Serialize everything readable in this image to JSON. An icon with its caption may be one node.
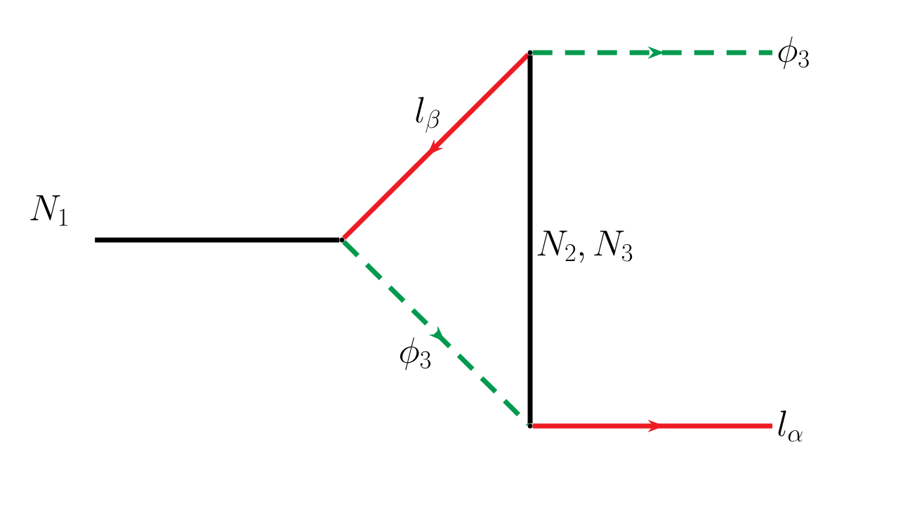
{
  "diagram": {
    "nodes": [
      {
        "text": [
          "N_1"
        ]
      },
      {
        "text": [],
        "shape": "point"
      },
      {
        "text": [],
        "shape": "point"
      },
      {
        "text": [],
        "shape": "point"
      },
      {
        "text": [
          "\\phi_3"
        ]
      },
      {
        "text": [
          "l_\\alpha"
        ]
      }
    ],
    "edges": [
      {
        "from": 0,
        "to": 1,
        "arrow": "none",
        "color": "#000000"
      },
      {
        "from": 2,
        "to": 1,
        "arrow": "to",
        "color": "#ed1c24",
        "label": "l_\\beta"
      },
      {
        "from": 1,
        "to": 3,
        "arrow": "to",
        "style": "dashed",
        "color": "#009a4e",
        "label": "\\phi_3"
      },
      {
        "from": 2,
        "to": 3,
        "arrow": "none",
        "color": "#000000",
        "label": "N_2, N_3"
      },
      {
        "from": 2,
        "to": 4,
        "arrow": "to",
        "style": "dashed",
        "color": "#009a4e"
      },
      {
        "from": 3,
        "to": 5,
        "arrow": "to",
        "color": "#ed1c24"
      }
    ]
  }
}
